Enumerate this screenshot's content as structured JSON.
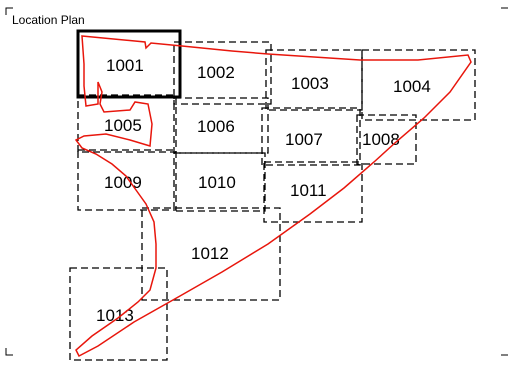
{
  "title": "Location Plan",
  "selected_sheet": "1001",
  "colors": {
    "outline": "#000000",
    "route": "#e8160c",
    "selected_border": "#000000"
  },
  "sheets": [
    {
      "id": "1001",
      "label": "1001"
    },
    {
      "id": "1002",
      "label": "1002"
    },
    {
      "id": "1003",
      "label": "1003"
    },
    {
      "id": "1004",
      "label": "1004"
    },
    {
      "id": "1005",
      "label": "1005"
    },
    {
      "id": "1006",
      "label": "1006"
    },
    {
      "id": "1007",
      "label": "1007"
    },
    {
      "id": "1008",
      "label": "1008"
    },
    {
      "id": "1009",
      "label": "1009"
    },
    {
      "id": "1010",
      "label": "1010"
    },
    {
      "id": "1011",
      "label": "1011"
    },
    {
      "id": "1012",
      "label": "1012"
    },
    {
      "id": "1013",
      "label": "1013"
    }
  ]
}
